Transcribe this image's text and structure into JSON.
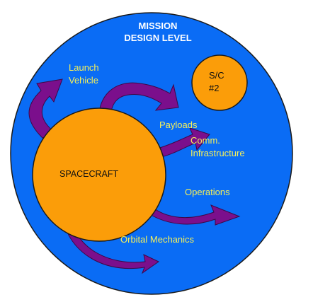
{
  "diagram": {
    "title_line1": "MISSION",
    "title_line2": "DESIGN LEVEL",
    "spacecraft_label": "SPACECRAFT",
    "sc2_line1": "S/C",
    "sc2_line2": "#2",
    "labels": {
      "launch_vehicle_line1": "Launch",
      "launch_vehicle_line2": "Vehicle",
      "payloads": "Payloads",
      "comm_line1": "Comm.",
      "comm_line2": "Infrastructure",
      "operations": "Operations",
      "orbital_mechanics": "Orbital Mechanics"
    },
    "colors": {
      "mission_circle": "#0a6cf5",
      "spacecraft_circle": "#fb9d09",
      "sc2_circle": "#fb9d09",
      "arrows": "#7b0f8c",
      "label_text": "#f5f05a",
      "title_text": "#ffffff"
    }
  }
}
